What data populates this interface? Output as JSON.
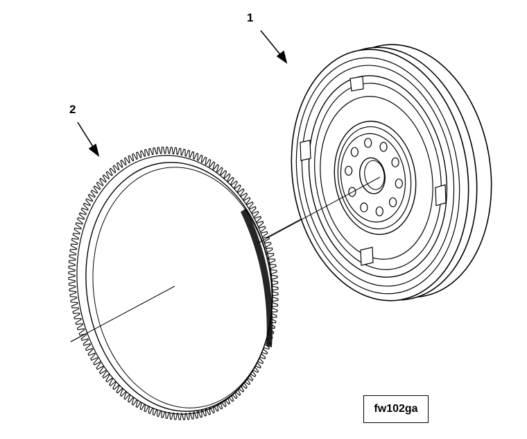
{
  "callouts": [
    {
      "label": "1",
      "part": "flywheel"
    },
    {
      "label": "2",
      "part": "ring-gear"
    }
  ],
  "figure_id": "fw102ga",
  "ring_gear": {
    "tooth_count": 150
  },
  "flywheel": {
    "bolt_hole_count": 10
  }
}
